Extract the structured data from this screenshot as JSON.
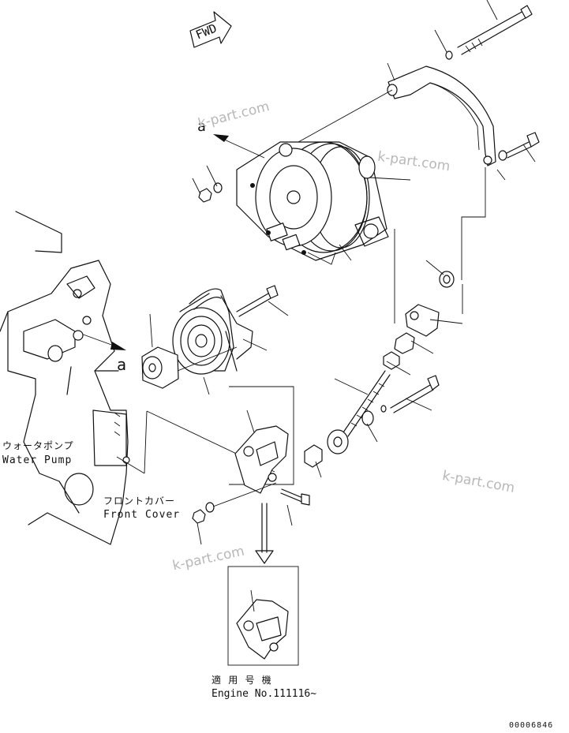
{
  "direction_arrow": {
    "label": "FWD"
  },
  "view_markers": {
    "a_upper": "a",
    "a_lower": "a"
  },
  "labels": {
    "water_pump_jp": "ウォータポンプ",
    "water_pump_en": "Water Pump",
    "front_cover_jp": "フロントカバー",
    "front_cover_en": "Front Cover",
    "applicable_jp": "適 用 号 機",
    "applicable_en": "Engine No.111116~"
  },
  "watermarks": [
    "k-part.com",
    "k-part.com",
    "k-part.com",
    "k-part.com"
  ],
  "drawing_number": "00006846",
  "icons": {
    "fwd": "fwd-arrow-icon",
    "alternator": "alternator-icon",
    "pulley": "pulley-icon",
    "bracket": "bracket-icon",
    "down_arrow": "down-arrow-icon"
  }
}
